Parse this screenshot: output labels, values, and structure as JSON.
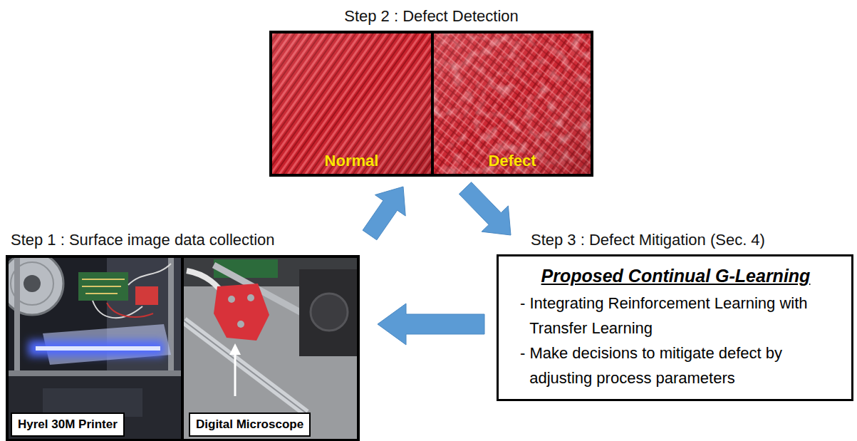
{
  "diagram": {
    "nodes": [
      {
        "text": [
          "Step 2 : Defect Detection"
        ]
      },
      {
        "text": [
          "Normal"
        ],
        "in": 0
      },
      {
        "text": [
          "Defect"
        ],
        "in": 0
      },
      {
        "text": [
          "Step 1 : Surface image data collection"
        ]
      },
      {
        "text": [
          "Hyrel 30M Printer"
        ],
        "in": 3
      },
      {
        "text": [
          "Digital Microscope"
        ],
        "in": 3
      },
      {
        "text": [
          "Step 3 : Defect Mitigation (Sec. 4)",
          "Proposed Continual G-Learning",
          "- Integrating Reinforcement Learning with Transfer Learning",
          "- Make decisions to mitigate defect by adjusting process parameters"
        ]
      }
    ],
    "edges": [
      {
        "from": 3,
        "to": 0,
        "arrow": "to"
      },
      {
        "from": 0,
        "to": 6,
        "arrow": "to"
      },
      {
        "from": 6,
        "to": 3,
        "arrow": "to"
      }
    ]
  }
}
